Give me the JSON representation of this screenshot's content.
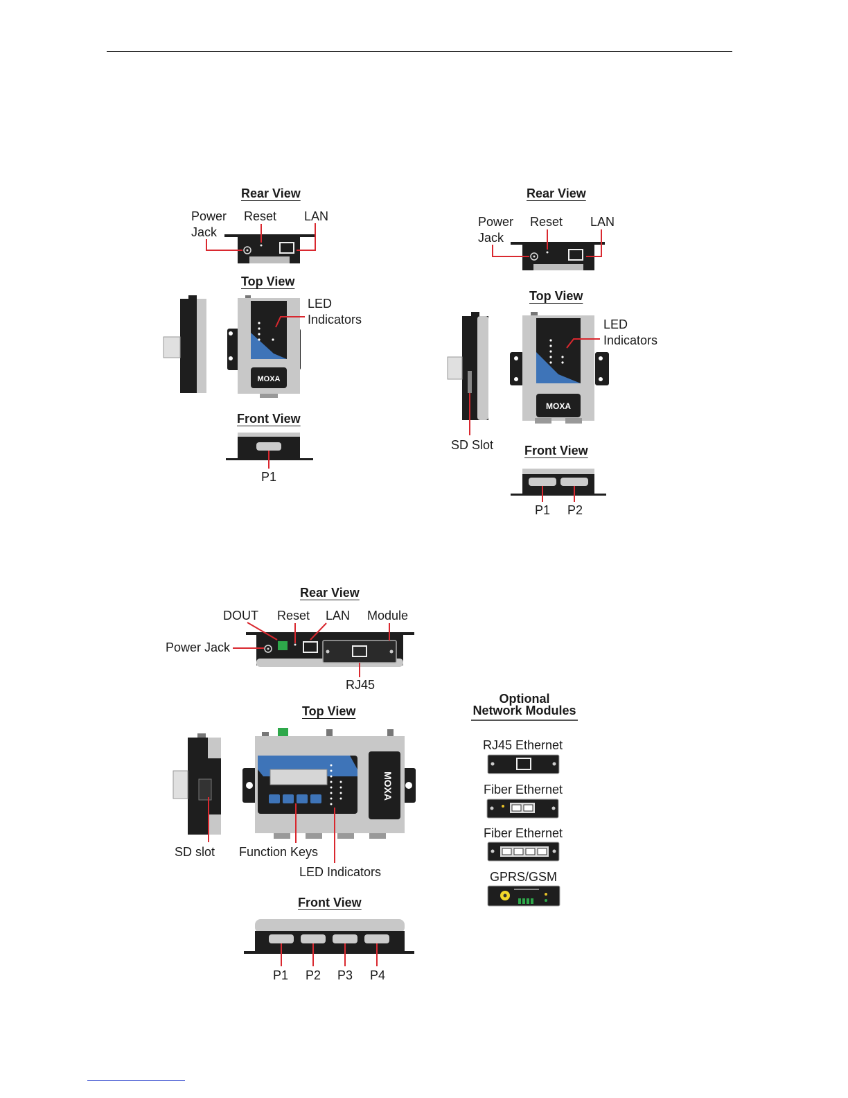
{
  "page": {
    "footer_link_placeholder": ""
  },
  "diagram_a": {
    "rear_title": "Rear View",
    "power_jack": [
      "Power",
      "Jack"
    ],
    "reset": "Reset",
    "lan": "LAN",
    "top_title": "Top View",
    "led": [
      "LED",
      "Indicators"
    ],
    "front_title": "Front View",
    "p1": "P1",
    "logo": "MOXA"
  },
  "diagram_b": {
    "rear_title": "Rear View",
    "power_jack": [
      "Power",
      "Jack"
    ],
    "reset": "Reset",
    "lan": "LAN",
    "top_title": "Top View",
    "led": [
      "LED",
      "Indicators"
    ],
    "sd_slot": "SD Slot",
    "front_title": "Front View",
    "p1": "P1",
    "p2": "P2",
    "logo": "MOXA"
  },
  "diagram_c": {
    "rear_title": "Rear View",
    "dout": "DOUT",
    "reset": "Reset",
    "lan": "LAN",
    "module": "Module",
    "power_jack": "Power Jack",
    "rj45": "RJ45",
    "top_title": "Top View",
    "sd_slot": "SD slot",
    "function_keys": "Function Keys",
    "led_indicators": "LED Indicators",
    "front_title": "Front View",
    "ports": [
      "P1",
      "P2",
      "P3",
      "P4"
    ],
    "logo": "MOXA"
  },
  "modules": {
    "title_line1": "Optional",
    "title_line2": "Network Modules",
    "items": [
      "RJ45 Ethernet",
      "Fiber Ethernet",
      "Fiber Ethernet",
      "GPRS/GSM"
    ]
  },
  "colors": {
    "callout": "#d9282f",
    "body_dark": "#1e1e1e",
    "body_gray": "#c8c8c8",
    "panel_blue": "#3e74b8"
  }
}
